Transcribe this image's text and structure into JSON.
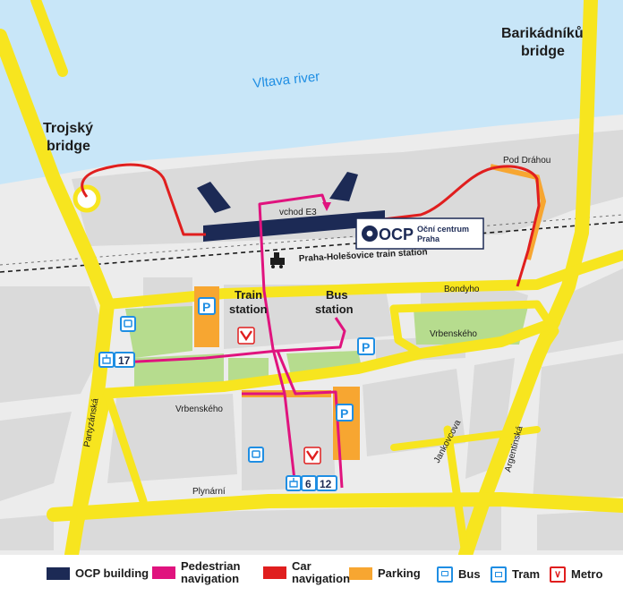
{
  "map": {
    "river_label": "Vltava river",
    "bridges": {
      "left_line1": "Trojský",
      "left_line2": "bridge",
      "right_line1": "Barikádníků",
      "right_line2": "bridge"
    },
    "streets": {
      "pod_drahou": "Pod Dráhou",
      "bondyho": "Bondyho",
      "vrbenskeho_east": "Vrbenského",
      "vrbenskeho_west": "Vrbenského",
      "partyzanska": "Partyzánská",
      "jankovcova": "Jankovcova",
      "argentinska": "Argentinská",
      "plynarni": "Plynární"
    },
    "entrance_label": "vchod E3",
    "ocp": {
      "abbr": "OCP",
      "line1": "Oční centrum",
      "line2": "Praha"
    },
    "train_station_label": "Praha-Holešovice train station",
    "train_station_block": {
      "line1": "Train",
      "line2": "station"
    },
    "bus_station_block": {
      "line1": "Bus",
      "line2": "station"
    },
    "tram_stop_north": "17",
    "tram_stop_south": [
      "6",
      "12"
    ],
    "parking_symbol": "P"
  },
  "legend": {
    "ocp_building": "OCP building",
    "pedestrian_1": "Pedestrian",
    "pedestrian_2": "navigation",
    "car_1": "Car",
    "car_2": "navigation",
    "parking": "Parking",
    "bus": "Bus",
    "tram": "Tram",
    "metro": "Metro"
  },
  "colors": {
    "river": "#c8e6f8",
    "road": "#f7e51f",
    "block": "#dcdcdc",
    "park": "#b6dc8e",
    "ocp_building": "#1c2a55",
    "pedestrian": "#e0137e",
    "car": "#e01e1e",
    "parking": "#f7a631",
    "transit": "#1f8ee3",
    "metro": "#e01e1e"
  },
  "icons": [
    "bus-icon",
    "tram-icon",
    "metro-icon",
    "parking-icon",
    "train-icon",
    "ocp-eye-logo-icon"
  ]
}
